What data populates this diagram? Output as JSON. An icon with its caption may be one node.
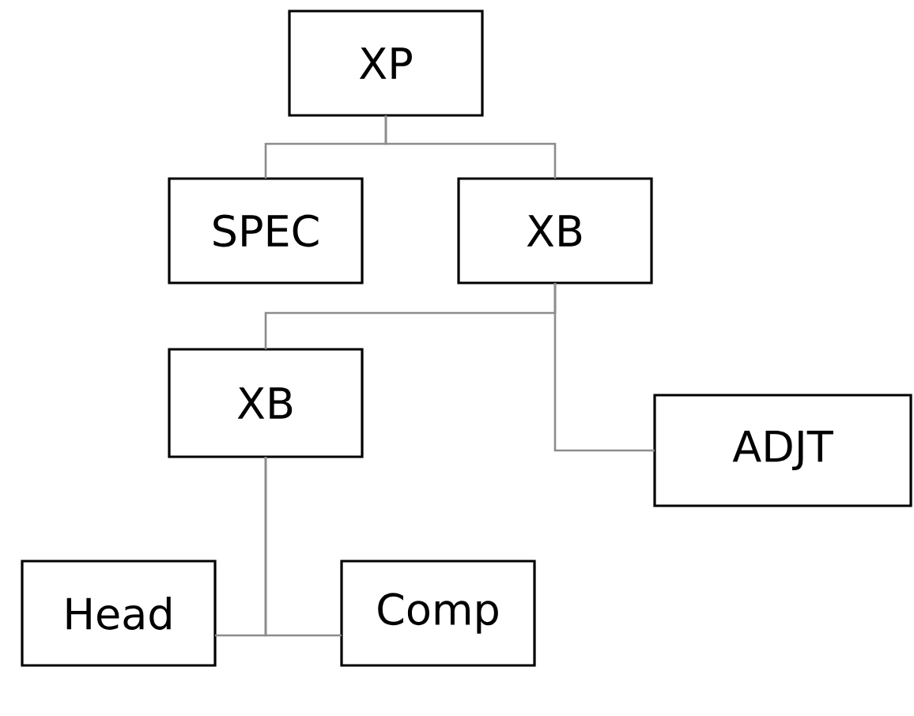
{
  "diagram": {
    "nodes": [
      {
        "text": [
          "XP"
        ]
      },
      {
        "text": [
          "SPEC"
        ]
      },
      {
        "text": [
          "XB"
        ]
      },
      {
        "text": [
          "XB"
        ]
      },
      {
        "text": [
          "ADJT"
        ]
      },
      {
        "text": [
          "Head"
        ]
      },
      {
        "text": [
          "Comp"
        ]
      }
    ],
    "edges": [
      {
        "from": 0,
        "to": 1,
        "arrow": "none"
      },
      {
        "from": 0,
        "to": 2,
        "arrow": "none"
      },
      {
        "from": 2,
        "to": 3,
        "arrow": "none"
      },
      {
        "from": 2,
        "to": 4,
        "arrow": "none"
      },
      {
        "from": 3,
        "to": 5,
        "arrow": "none"
      },
      {
        "from": 3,
        "to": 6,
        "arrow": "none"
      }
    ]
  }
}
